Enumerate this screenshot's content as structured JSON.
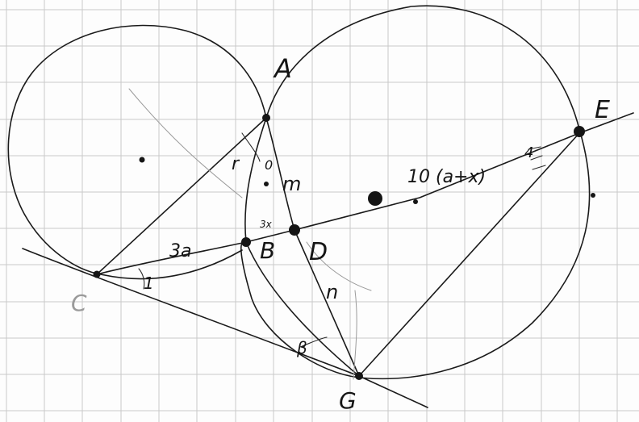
{
  "labels": {
    "A": "A",
    "B": "B",
    "C": "C",
    "D": "D",
    "E": "E",
    "G": "G",
    "m": "m",
    "n": "n",
    "r": "r",
    "len_3a": "3a",
    "expr": "10 (a+x)",
    "arrow_1": "1",
    "zero": "0",
    "tick_4": "4",
    "angle_3x": "3x",
    "angle_b": "β"
  },
  "colors": {
    "ink": "#1a1a1a",
    "grid": "#c9c9c9",
    "paper": "#fdfdfd",
    "faded": "#9a9a9a"
  }
}
